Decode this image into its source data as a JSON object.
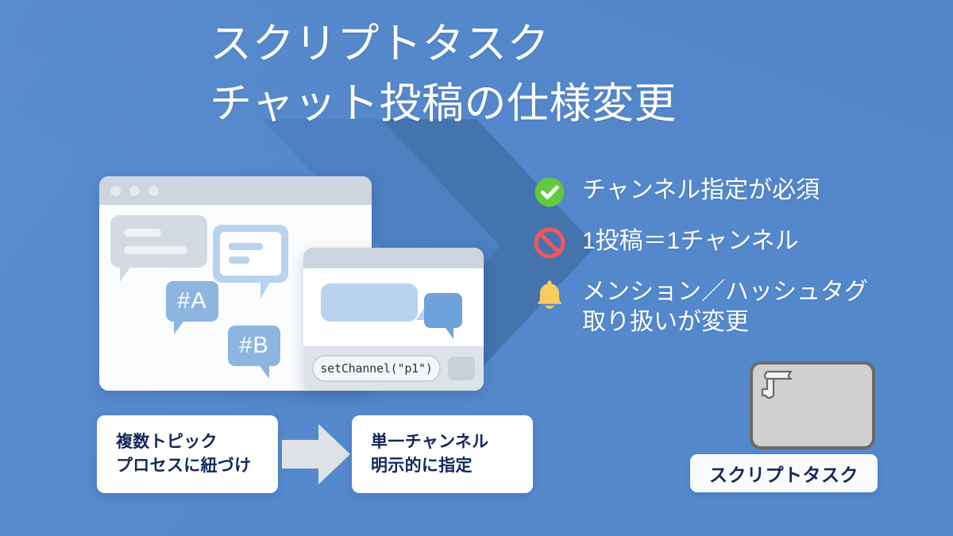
{
  "slide": {
    "title_line1": "スクリプトタスク",
    "title_line2": "チャット投稿の仕様変更",
    "background_color": "#5589cd",
    "title_color": "#ffffff"
  },
  "chat_illustration": {
    "back_window": {
      "traffic_dots": 3,
      "tag_a": "#A",
      "tag_b": "#B"
    },
    "front_window": {
      "code_value": "setChannel(\"p1\")",
      "send_button_label": ""
    }
  },
  "bullets": [
    {
      "icon": "check-circle-icon",
      "icon_color": "#63c93f",
      "text": "チャンネル指定が必須"
    },
    {
      "icon": "prohibition-icon",
      "icon_color": "#f2585b",
      "text": "1投稿＝1チャンネル"
    },
    {
      "icon": "bell-icon",
      "icon_color": "#f6cd5e",
      "text": "メンション／ハッシュタグ\n取り扱いが変更"
    }
  ],
  "flow": {
    "before": "複数トピック\nプロセスに紐づけ",
    "after": "単一チャンネル\n明示的に指定",
    "arrow_color": "#dfe3e8",
    "text_color": "#15265c"
  },
  "script_task": {
    "label": "スクリプトタスク",
    "shape_fill": "#d0d0d0",
    "shape_stroke": "#6b6b6b",
    "icon": "script-scroll-icon"
  }
}
